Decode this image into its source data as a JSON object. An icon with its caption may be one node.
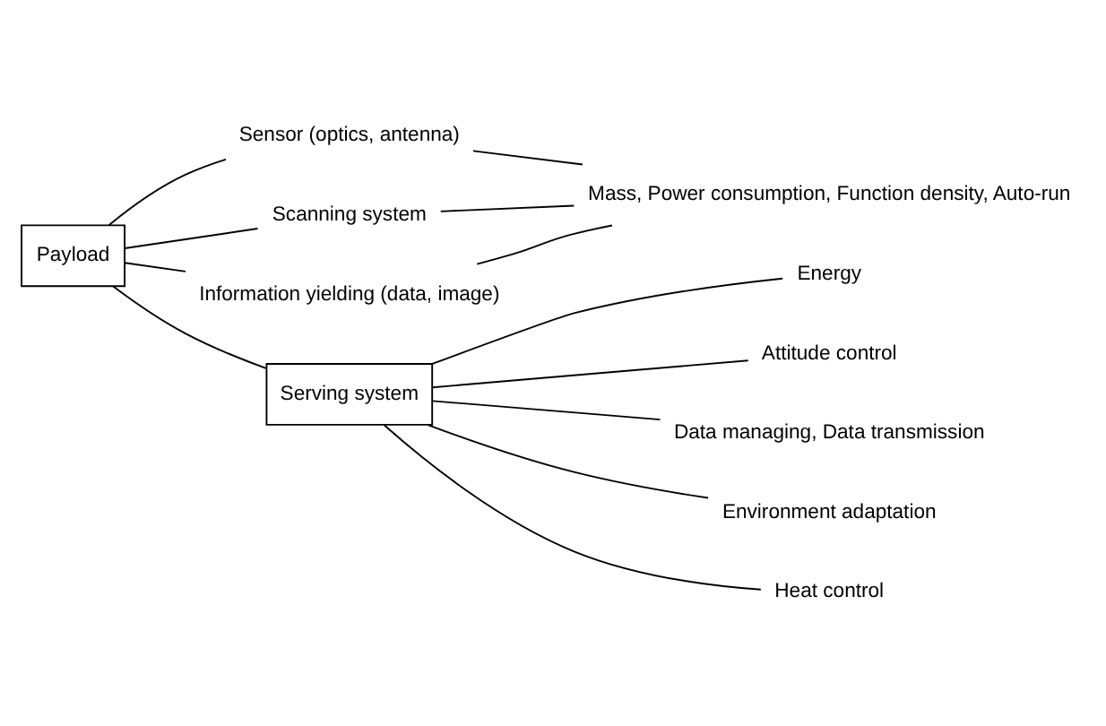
{
  "diagram": {
    "nodes": [
      {
        "text": [
          "Payload"
        ]
      },
      {
        "text": [
          "Sensor (optics, antenna)"
        ]
      },
      {
        "text": [
          "Scanning system"
        ]
      },
      {
        "text": [
          "Information yielding (data, image)"
        ]
      },
      {
        "text": [
          "Mass, Power consumption, Function density, Auto-run"
        ]
      },
      {
        "text": [
          "Serving system"
        ]
      },
      {
        "text": [
          "Energy"
        ]
      },
      {
        "text": [
          "Attitude control"
        ]
      },
      {
        "text": [
          "Data managing, Data transmission"
        ]
      },
      {
        "text": [
          "Environment adaptation"
        ]
      },
      {
        "text": [
          "Heat control"
        ]
      }
    ],
    "edges": [
      {
        "from": 0,
        "to": 1,
        "arrow": "none"
      },
      {
        "from": 0,
        "to": 2,
        "arrow": "none"
      },
      {
        "from": 0,
        "to": 3,
        "arrow": "none"
      },
      {
        "from": 1,
        "to": 4,
        "arrow": "none"
      },
      {
        "from": 2,
        "to": 4,
        "arrow": "none"
      },
      {
        "from": 3,
        "to": 4,
        "arrow": "none"
      },
      {
        "from": 0,
        "to": 5,
        "arrow": "none"
      },
      {
        "from": 5,
        "to": 6,
        "arrow": "none"
      },
      {
        "from": 5,
        "to": 7,
        "arrow": "none"
      },
      {
        "from": 5,
        "to": 8,
        "arrow": "none"
      },
      {
        "from": 5,
        "to": 9,
        "arrow": "none"
      },
      {
        "from": 5,
        "to": 10,
        "arrow": "none"
      }
    ]
  }
}
